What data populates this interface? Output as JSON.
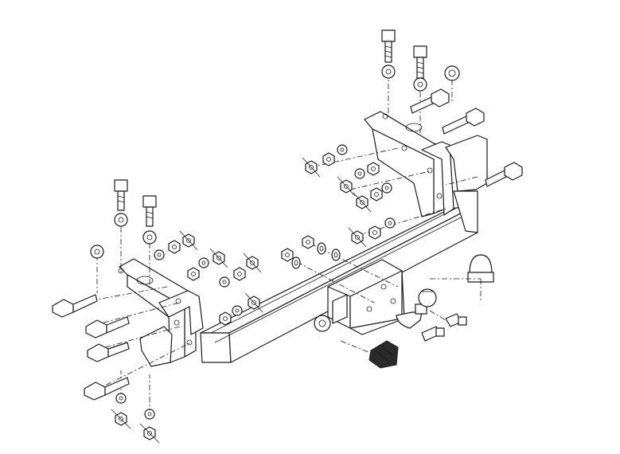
{
  "drawing": {
    "kind": "exploded-assembly",
    "background": "#ffffff",
    "line_color": "#1a1a1a",
    "parts": [
      "crossbar",
      "left-bracket",
      "right-bracket",
      "tow-ball",
      "socket-plate",
      "electrical-socket",
      "ball-cover-cap",
      "bolts",
      "nuts",
      "washers"
    ]
  }
}
